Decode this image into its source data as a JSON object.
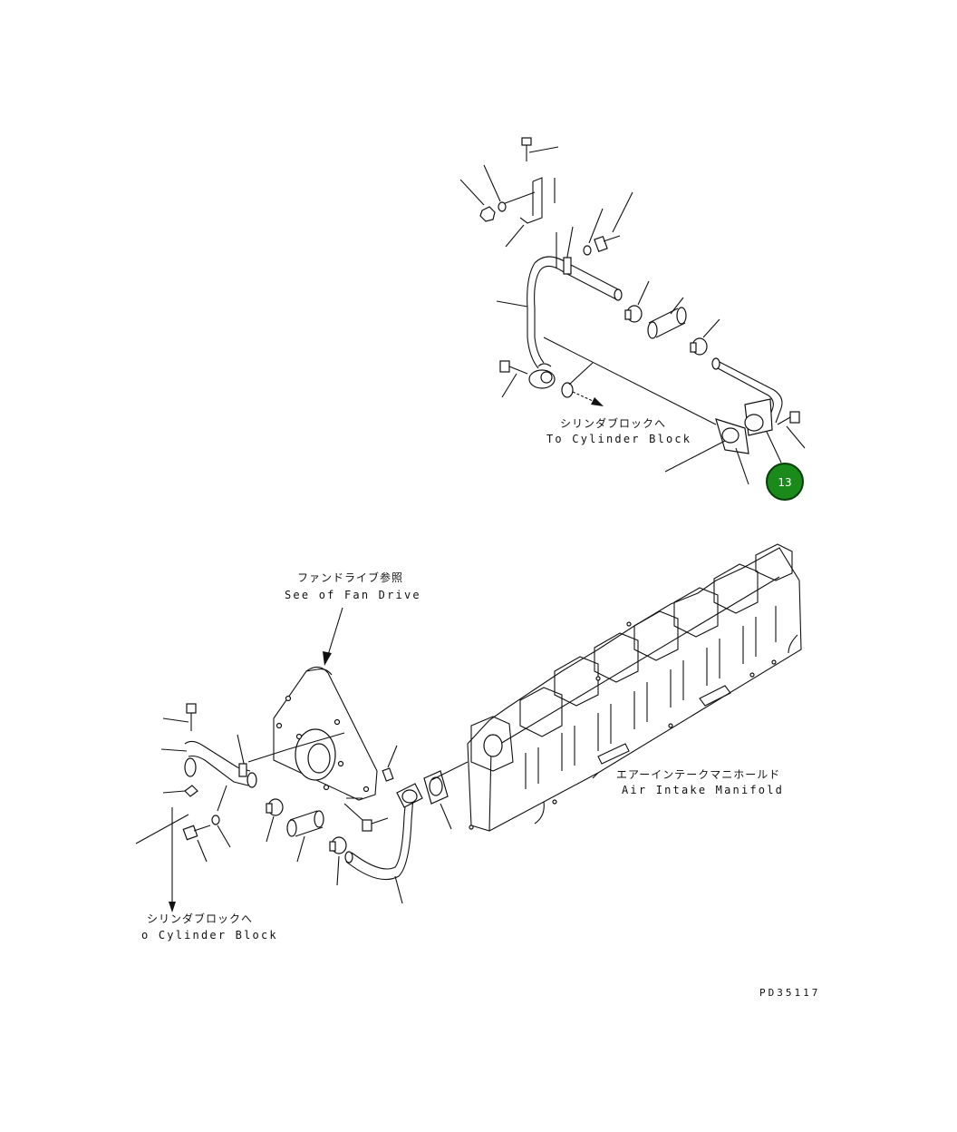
{
  "labels": {
    "to_cylinder_block_top_jp": "シリンダブロックへ",
    "to_cylinder_block_top_en": "To Cylinder Block",
    "fan_drive_jp": "ファンドライブ参照",
    "fan_drive_en": "See of Fan Drive",
    "manifold_jp": "エアーインテークマニホールド",
    "manifold_en": "Air Intake Manifold",
    "to_cylinder_block_bottom_jp": "シリンダブロックへ",
    "to_cylinder_block_bottom_en": "o Cylinder Block"
  },
  "callout": {
    "number": "13",
    "color": "#1a8a1a"
  },
  "drawing_code": "PD35117"
}
